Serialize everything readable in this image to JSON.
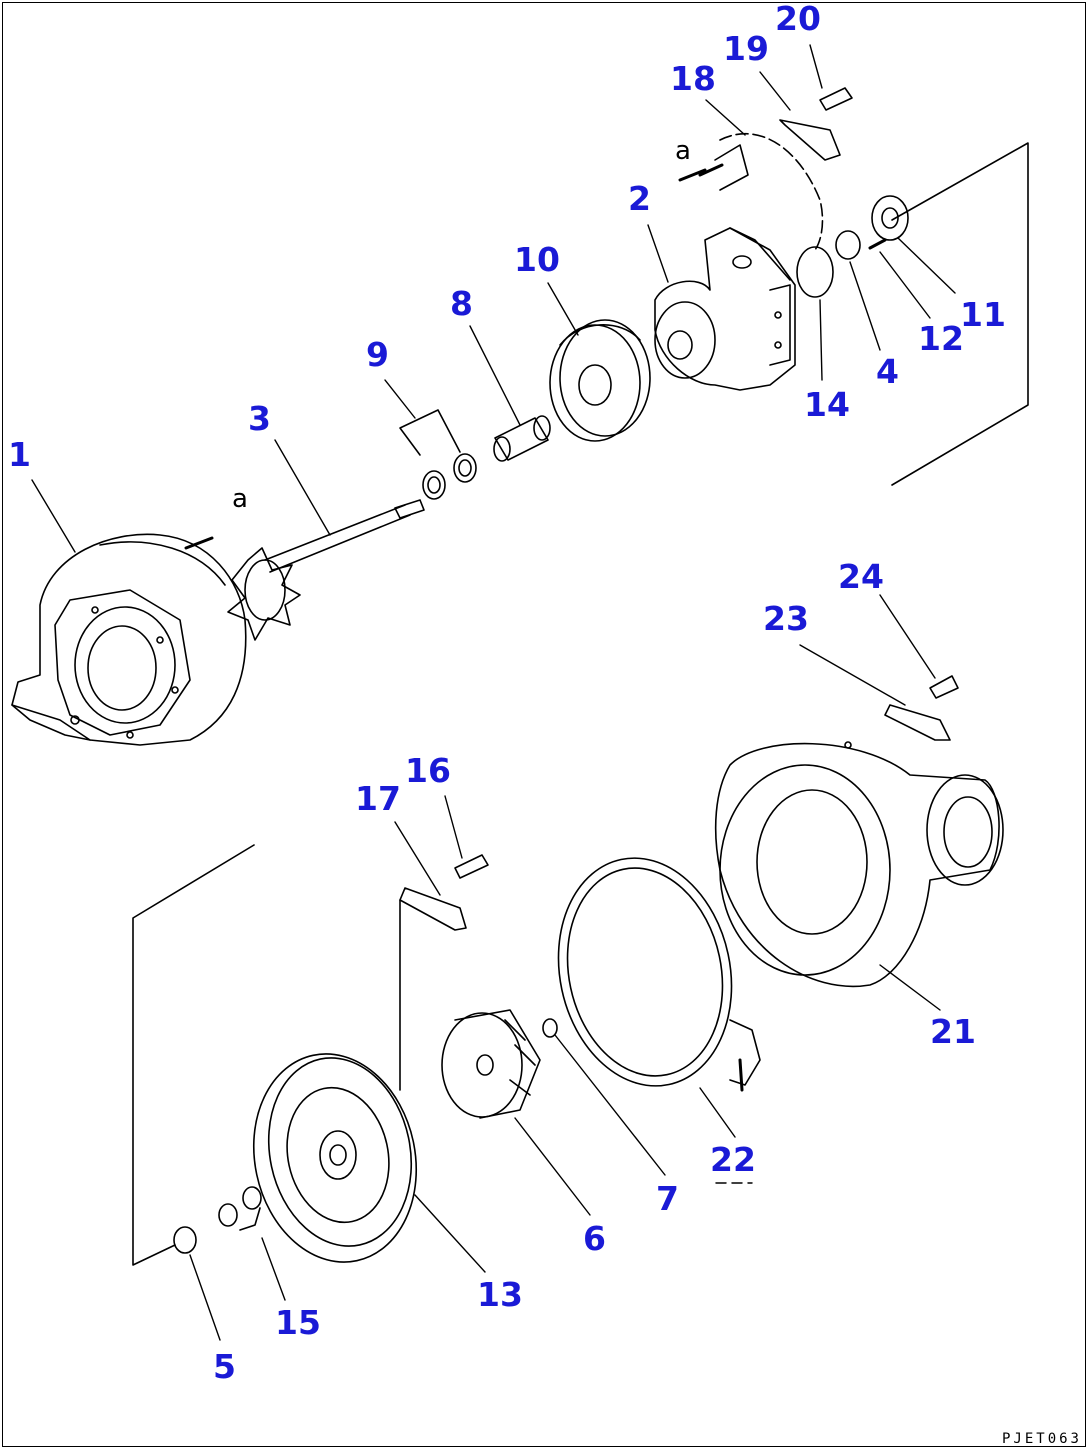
{
  "callouts": {
    "c1": "1",
    "c2": "2",
    "c3": "3",
    "c4": "4",
    "c5": "5",
    "c6": "6",
    "c7": "7",
    "c8": "8",
    "c9": "9",
    "c10": "10",
    "c11": "11",
    "c12": "12",
    "c13": "13",
    "c14": "14",
    "c15": "15",
    "c16": "16",
    "c17": "17",
    "c18": "18",
    "c19": "19",
    "c20": "20",
    "c21": "21",
    "c22": "22",
    "c23": "23",
    "c24": "24"
  },
  "marks": {
    "a_upper": "a",
    "a_lower": "a"
  },
  "drawing_code": "PJET063",
  "colors": {
    "callout": "#1a1ad6",
    "line": "#000000"
  }
}
